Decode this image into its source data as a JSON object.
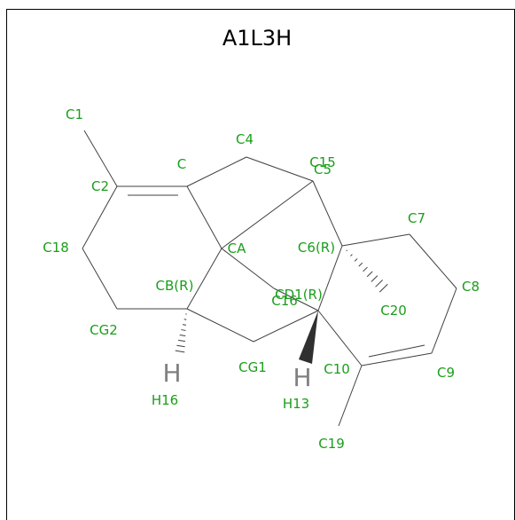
{
  "title": "A1L3H",
  "colors": {
    "label": "#1a9e1a",
    "bond": "#404040",
    "hydrogen": "#808080"
  },
  "atoms": [
    {
      "id": "C1",
      "label": "C1"
    },
    {
      "id": "C2",
      "label": "C2"
    },
    {
      "id": "C",
      "label": "C"
    },
    {
      "id": "C4",
      "label": "C4"
    },
    {
      "id": "C15",
      "label": "C15"
    },
    {
      "id": "C5",
      "label": "C5"
    },
    {
      "id": "C18",
      "label": "C18"
    },
    {
      "id": "CA",
      "label": "CA"
    },
    {
      "id": "C6",
      "label": "C6(R)"
    },
    {
      "id": "C7",
      "label": "C7"
    },
    {
      "id": "CB",
      "label": "CB(R)"
    },
    {
      "id": "CD1",
      "label": "CD1(R)"
    },
    {
      "id": "C16",
      "label": "C16"
    },
    {
      "id": "C8",
      "label": "C8"
    },
    {
      "id": "C20",
      "label": "C20"
    },
    {
      "id": "CG2",
      "label": "CG2"
    },
    {
      "id": "CG1",
      "label": "CG1"
    },
    {
      "id": "C10",
      "label": "C10"
    },
    {
      "id": "C9",
      "label": "C9"
    },
    {
      "id": "H16",
      "label": "H16"
    },
    {
      "id": "H13",
      "label": "H13"
    },
    {
      "id": "C19",
      "label": "C19"
    }
  ],
  "hydrogens": [
    {
      "id": "H16glyph",
      "symbol": "H"
    },
    {
      "id": "H13glyph",
      "symbol": "H"
    }
  ]
}
